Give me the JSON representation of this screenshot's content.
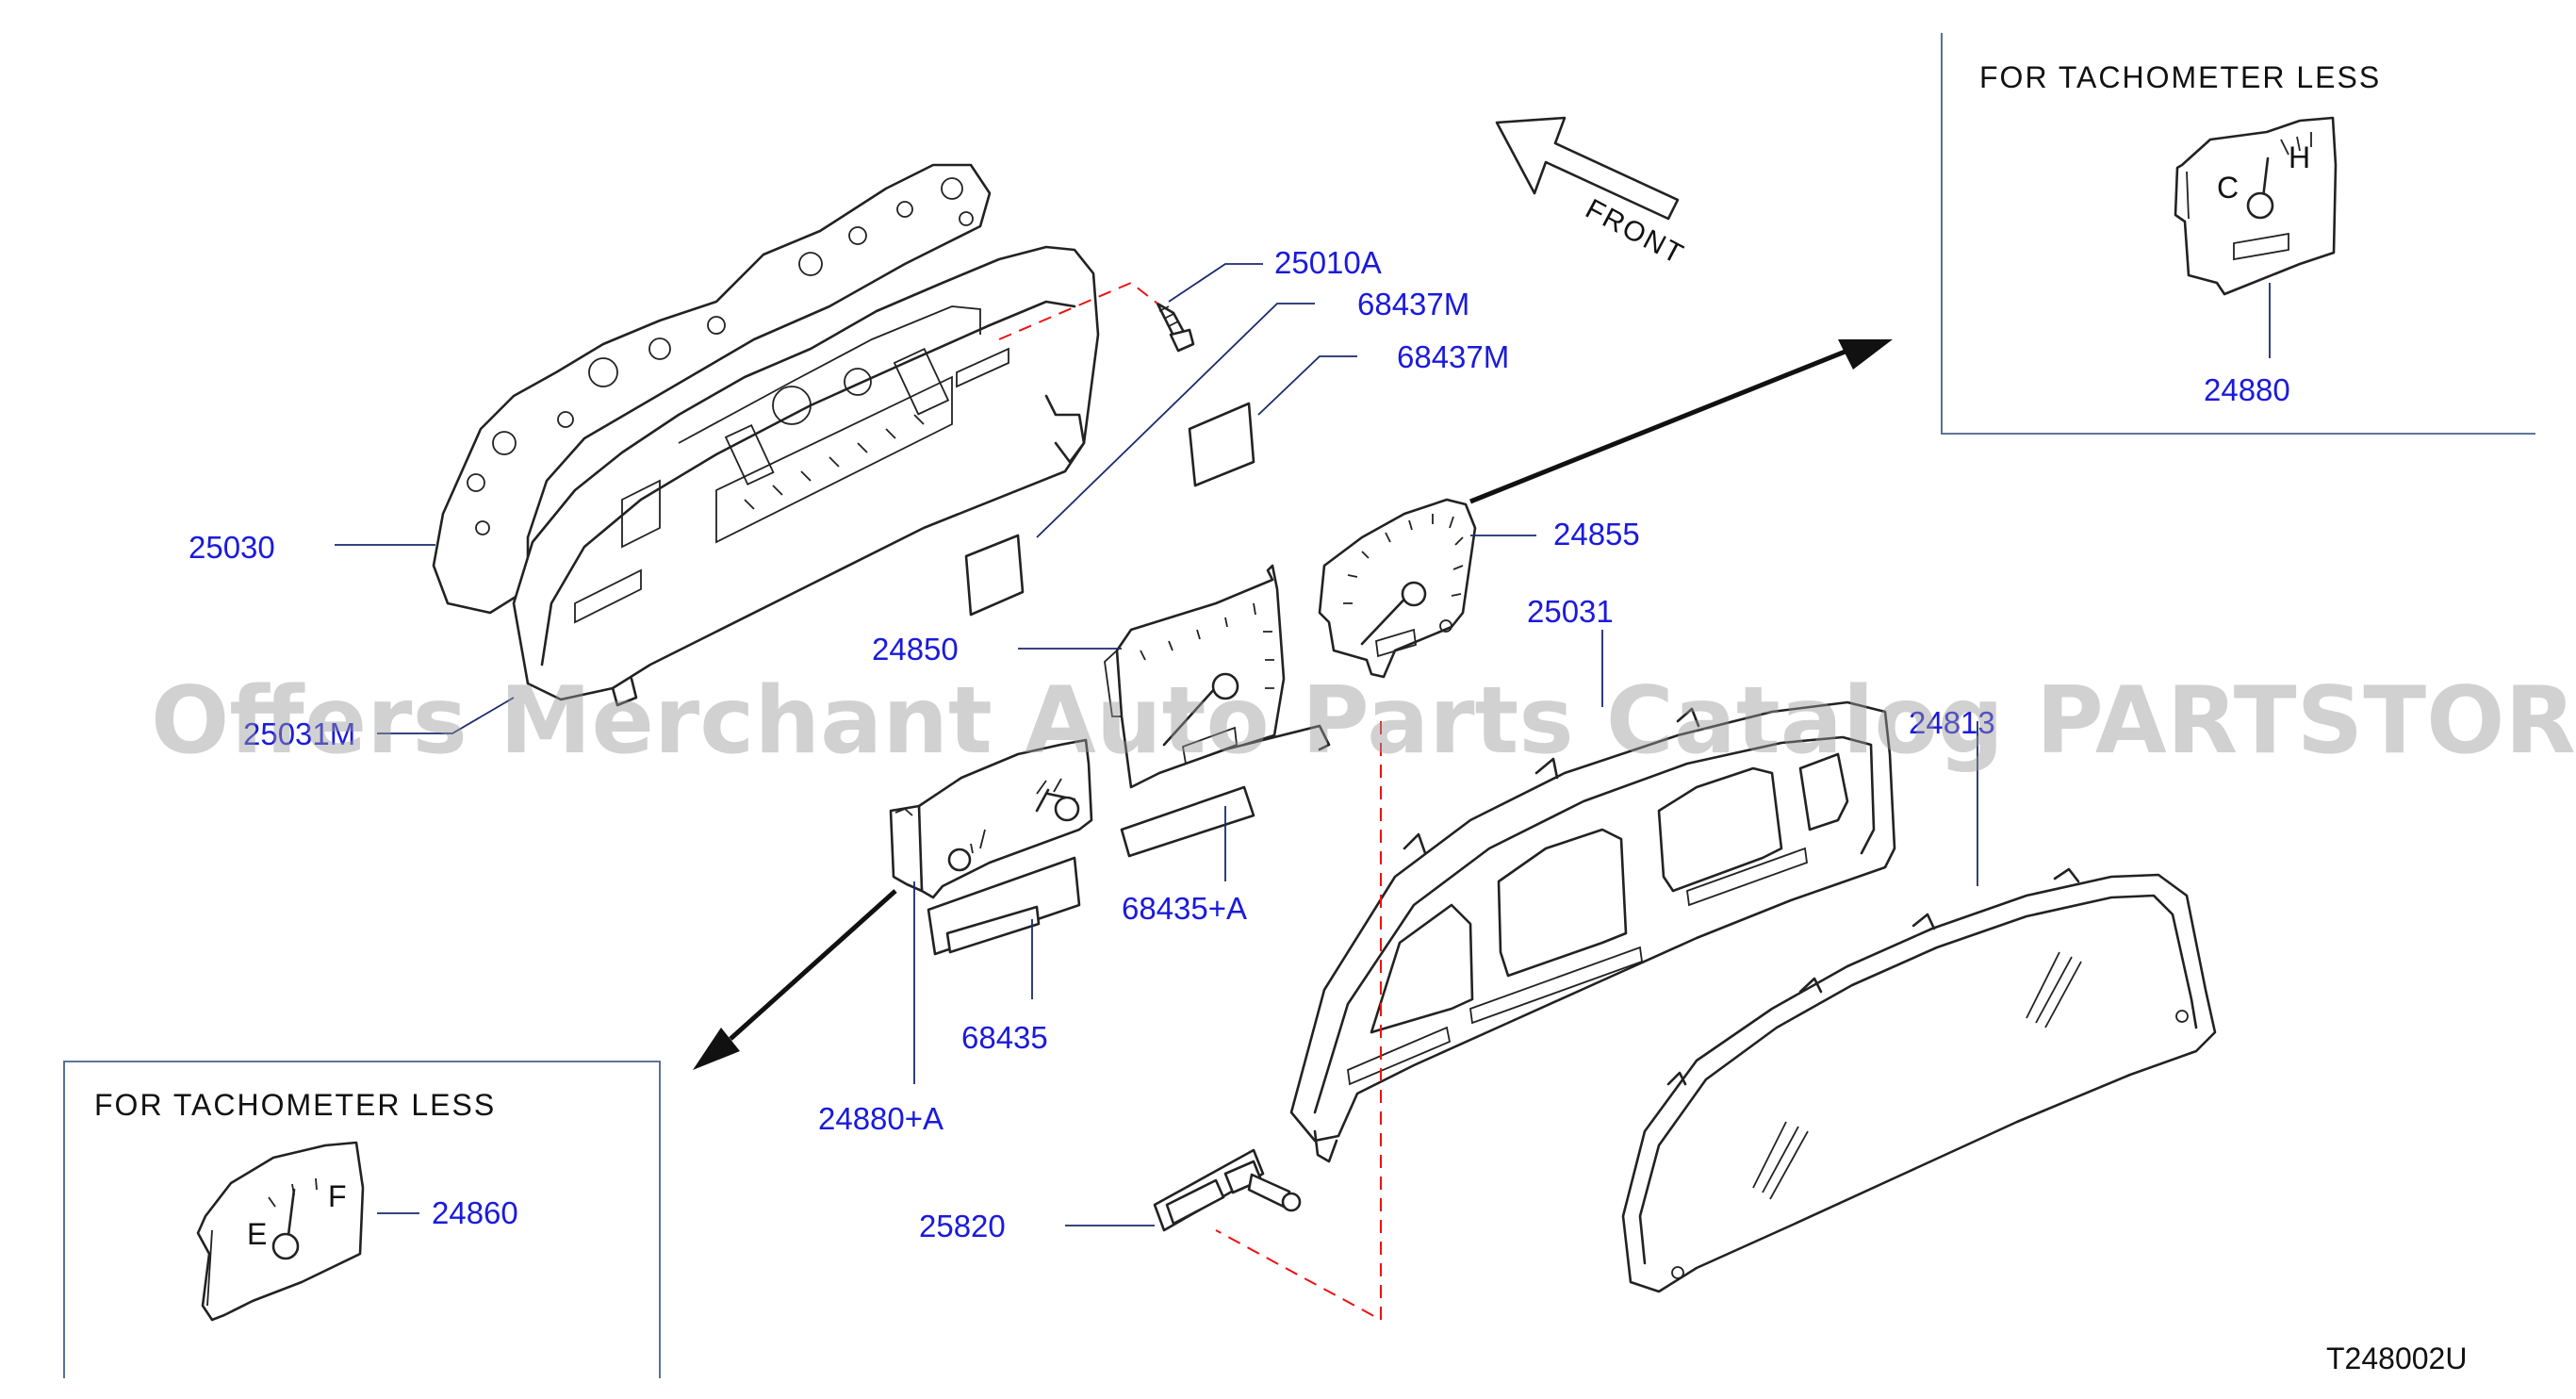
{
  "diagram": {
    "parts": {
      "p25010A": "25010A",
      "p68437M_a": "68437M",
      "p68437M_b": "68437M",
      "p25030": "25030",
      "p25031M": "25031M",
      "p24850": "24850",
      "p24855": "24855",
      "p25031": "25031",
      "p24813": "24813",
      "p68435A": "68435+A",
      "p68435": "68435",
      "p24880A": "24880+A",
      "p25820": "25820",
      "p24860": "24860",
      "p24880": "24880"
    },
    "front_label": "FRONT",
    "box_top_right_title": "FOR  TACHOMETER  LESS",
    "box_bottom_left_title": "FOR  TACHOMETER  LESS",
    "drawing_code": "T248002U",
    "watermark": "Offers Merchant Auto Parts Catalog PARTSTORE.SA",
    "gauge_letters": {
      "temp_cold": "C",
      "temp_hot": "H",
      "fuel_empty": "E",
      "fuel_full": "F"
    }
  }
}
